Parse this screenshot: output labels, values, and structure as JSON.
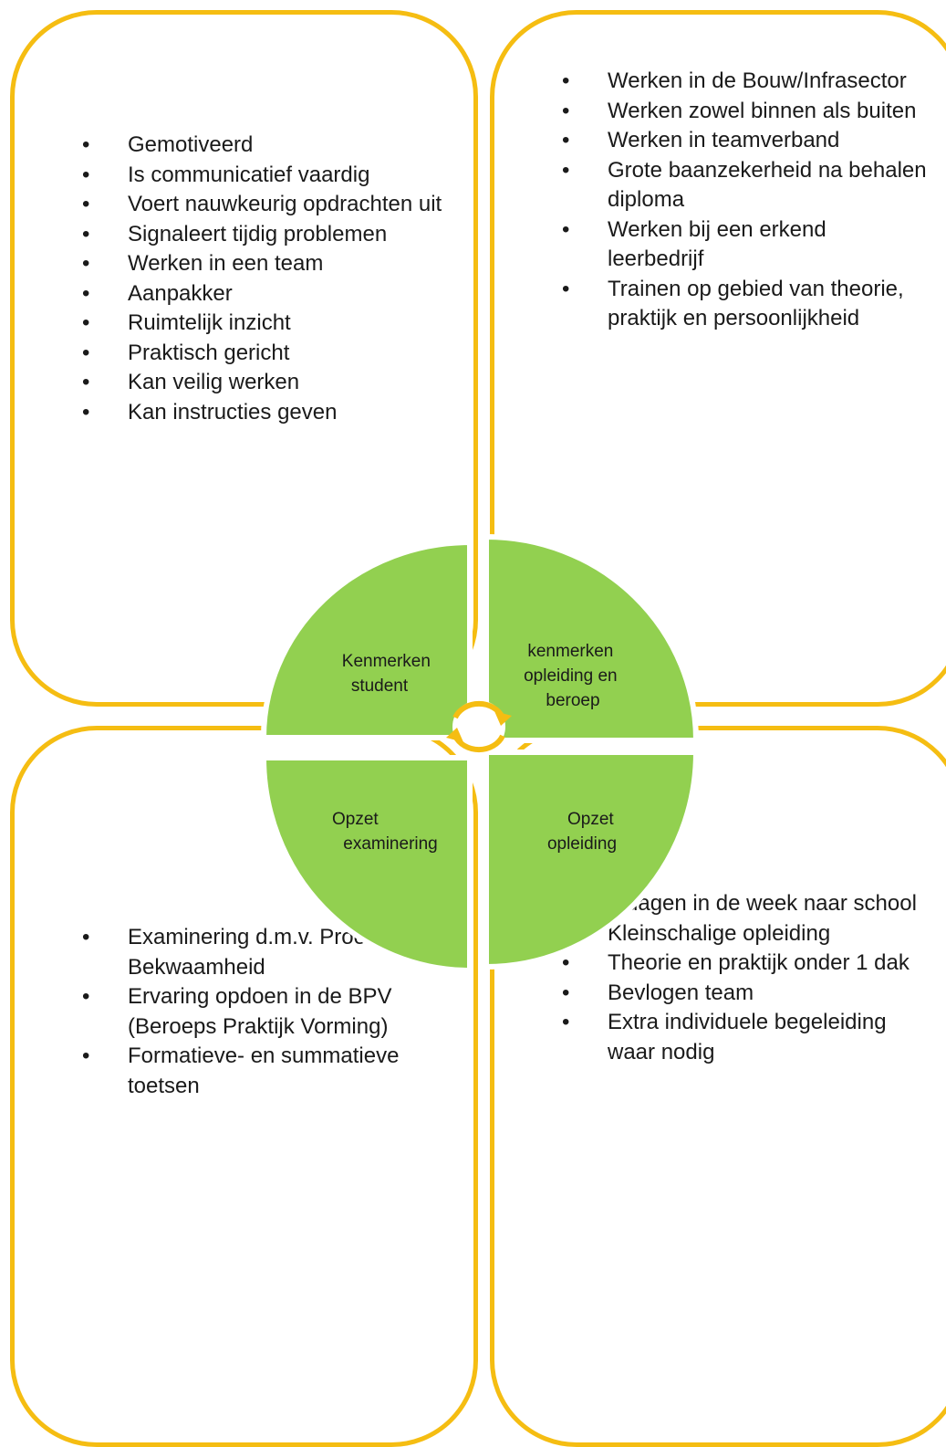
{
  "colors": {
    "panel_border": "#f5bd12",
    "quadrant_fill": "#92d050",
    "cycle_icon": "#f5bd12"
  },
  "quadrants": {
    "top_left": {
      "label_lines": [
        "Kenmerken",
        "student"
      ]
    },
    "top_right": {
      "label_lines": [
        "kenmerken",
        "opleiding en",
        "beroep"
      ]
    },
    "bottom_left": {
      "label_lines": [
        "Opzet",
        "examinering"
      ]
    },
    "bottom_right": {
      "label_lines": [
        "Opzet",
        "opleiding"
      ]
    }
  },
  "center_icon": "cycle-arrows-icon",
  "panels": {
    "top_left": {
      "items": [
        "Gemotiveerd",
        "Is communicatief vaardig",
        "Voert nauwkeurig opdrachten uit",
        "Signaleert tijdig problemen",
        "Werken in een team",
        "Aanpakker",
        "Ruimtelijk inzicht",
        "Praktisch gericht",
        "Kan veilig werken",
        "Kan instructies geven"
      ]
    },
    "top_right": {
      "items": [
        "Werken in de Bouw/Infrasector",
        "Werken zowel binnen als buiten",
        "Werken in teamverband",
        "Grote baanzekerheid na behalen diploma",
        "Werken bij een erkend leerbedrijf",
        "Trainen op gebied van theorie, praktijk en persoonlijkheid"
      ]
    },
    "bottom_left": {
      "items": [
        "Examinering d.m.v. Proeve van Bekwaamheid",
        "Ervaring opdoen in de BPV (Beroeps Praktijk Vorming)",
        "Formatieve- en summatieve toetsen"
      ]
    },
    "bottom_right": {
      "items": [
        "5 dagen in de week naar school",
        "Kleinschalige opleiding",
        "Theorie en praktijk onder 1 dak",
        "Bevlogen team",
        "Extra individuele begeleiding waar nodig"
      ]
    }
  }
}
